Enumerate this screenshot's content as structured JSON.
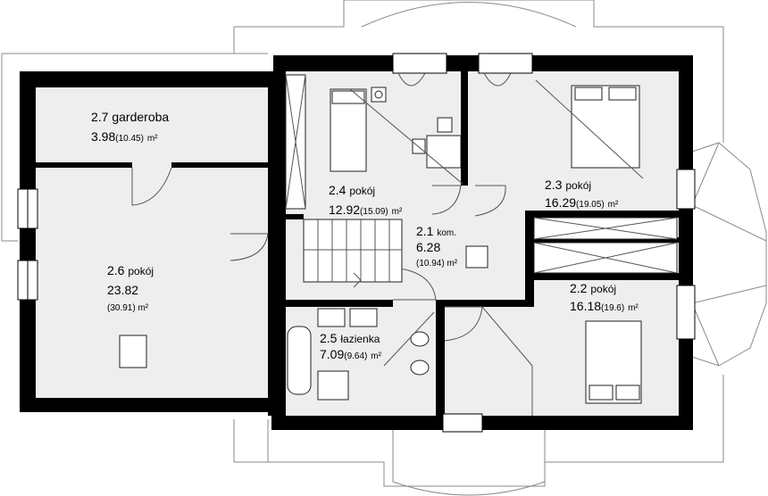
{
  "rooms": [
    {
      "num": "2.7",
      "name": "garderoba",
      "area": "3.98",
      "area_alt": "(10.45)",
      "unit": "m²"
    },
    {
      "num": "2.6",
      "name": "pokój",
      "area": "23.82",
      "area_alt": "(30.91)",
      "unit": "m²"
    },
    {
      "num": "2.4",
      "name": "pokój",
      "area": "12.92",
      "area_alt": "(15.09)",
      "unit": "m²"
    },
    {
      "num": "2.3",
      "name": "pokój",
      "area": "16.29",
      "area_alt": "(19.05)",
      "unit": "m²"
    },
    {
      "num": "2.1",
      "name": "kom.",
      "area": "6.28",
      "area_alt": "(10.94)",
      "unit": "m²"
    },
    {
      "num": "2.2",
      "name": "pokój",
      "area": "16.18",
      "area_alt": "(19.6)",
      "unit": "m²"
    },
    {
      "num": "2.5",
      "name": "łazienka",
      "area": "7.09",
      "area_alt": "(9.64)",
      "unit": "m²"
    }
  ],
  "colors": {
    "wall": "#000000",
    "floor": "#eeeeee",
    "roof_outline": "#8a8a8a"
  }
}
